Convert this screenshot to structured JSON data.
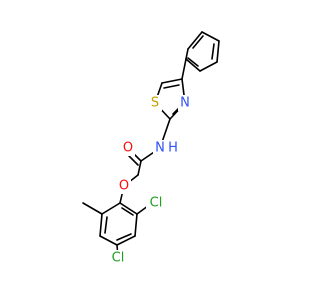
{
  "molecule": {
    "atoms": {
      "oxygen_carbonyl": {
        "text": "O",
        "color": "#ff0d0d"
      },
      "nitrogen_amide": {
        "text": "N",
        "color": "#3050f8"
      },
      "hydrogen_amide": {
        "text": "H",
        "color": "#3050f8"
      },
      "oxygen_ether": {
        "text": "O",
        "color": "#ff0d0d"
      },
      "sulfur": {
        "text": "S",
        "color": "#c8a000"
      },
      "nitrogen_thiazole": {
        "text": "N",
        "color": "#3050f8"
      },
      "chlorine_ortho": {
        "text": "Cl",
        "color": "#1fa01f"
      },
      "chlorine_para": {
        "text": "Cl",
        "color": "#1fa01f"
      }
    },
    "bond_color": "#000000",
    "background": "#ffffff"
  }
}
